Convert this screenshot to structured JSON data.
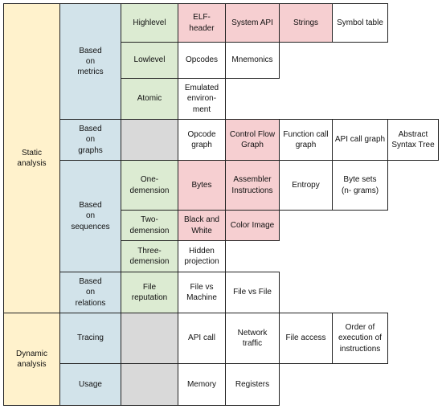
{
  "colors": {
    "category": "#fff2cc",
    "subcategory": "#d2e3ea",
    "group": "#dcebd2",
    "highlighted": "#f6cfd1",
    "empty": "#d9d9d9",
    "plain": "#ffffff"
  },
  "categories": {
    "static": "Static\nanalysis",
    "dynamic": "Dynamic\nanalysis"
  },
  "subcategories": {
    "metrics": "Based\non\nmetrics",
    "graphs": "Based\non\ngraphs",
    "sequences": "Based\non\nsequences",
    "relations": "Based\non\nrelations",
    "tracing": "Tracing",
    "usage": "Usage"
  },
  "groups": {
    "highlevel": "Highlevel",
    "lowlevel": "Lowlevel",
    "atomic": "Atomic",
    "one_dimension": "One-\ndemension",
    "two_dimension": "Two-\ndemension",
    "three_dimension": "Three-\ndemension",
    "file_reputation": "File\nreputation"
  },
  "features": {
    "elf_header": "ELF-\nheader",
    "system_api": "System API",
    "strings": "Strings",
    "symbol_table": "Symbol table",
    "opcodes": "Opcodes",
    "mnemonics": "Mnemonics",
    "emulated_env": "Emulated\nenviron-\nment",
    "opcode_graph": "Opcode\ngraph",
    "control_flow_graph": "Control Flow\nGraph",
    "function_call_graph": "Function call\ngraph",
    "api_call_graph": "API call graph",
    "ast": "Abstract\nSyntax Tree",
    "bytes": "Bytes",
    "assembler_instructions": "Assembler\nInstructions",
    "entropy": "Entropy",
    "byte_sets": "Byte sets\n(n- grams)",
    "black_white": "Black and\nWhite",
    "color_image": "Color Image",
    "hidden_projection": "Hidden\nprojection",
    "file_vs_machine": "File vs\nMachine",
    "file_vs_file": "File vs File",
    "api_call": "API call",
    "network_traffic": "Network\ntraffic",
    "file_access": "File access",
    "order_execution": "Order of\nexecution of\ninstructions",
    "memory": "Memory",
    "registers": "Registers"
  }
}
